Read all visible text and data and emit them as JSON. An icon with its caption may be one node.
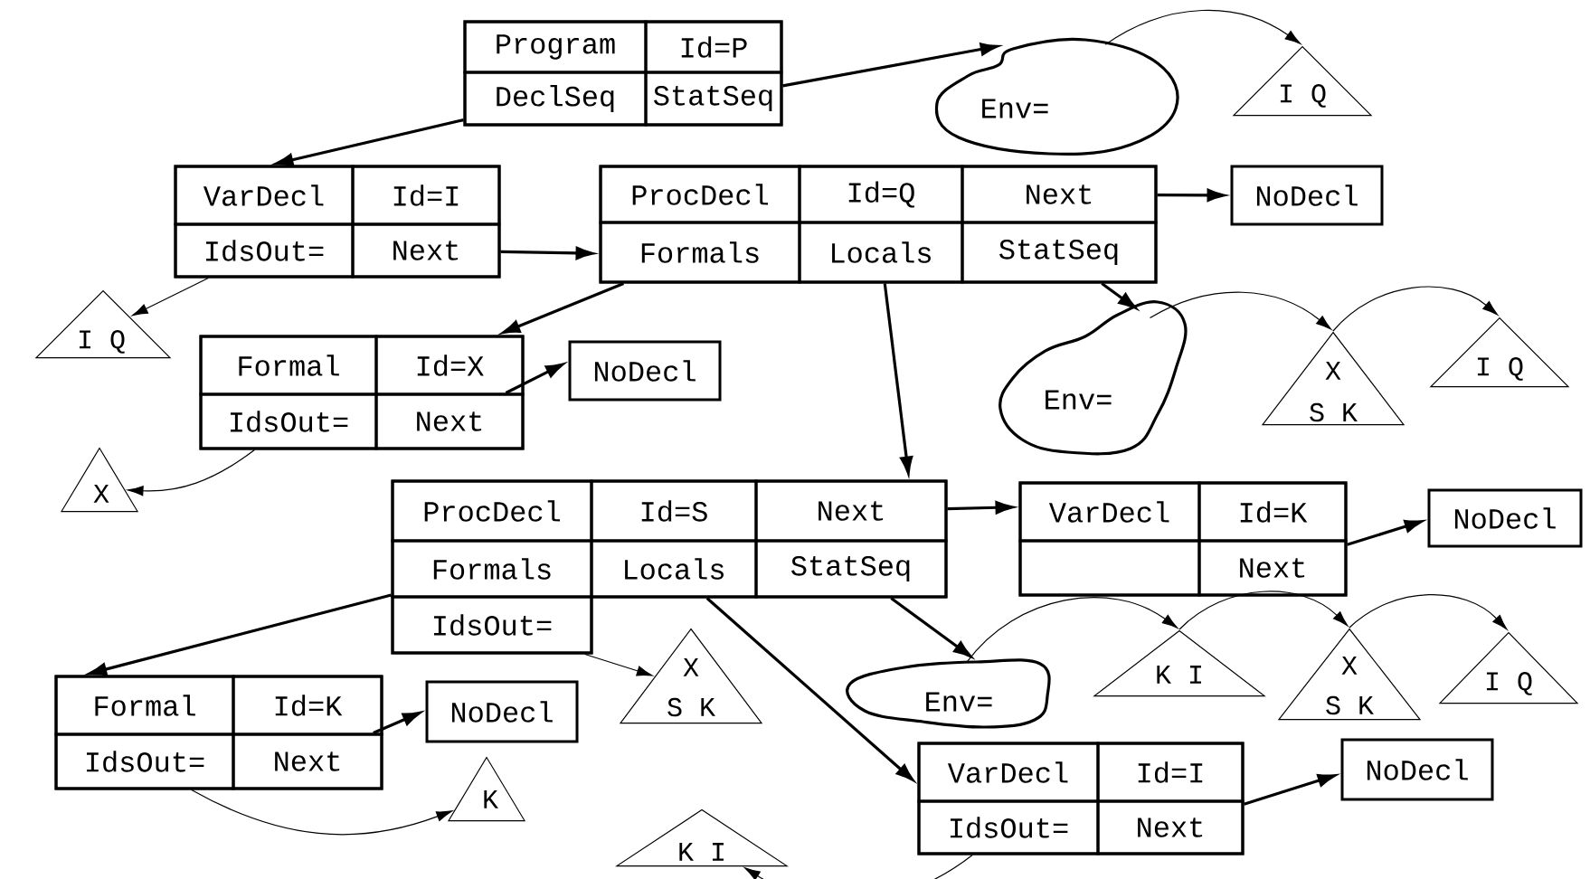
{
  "diagram": {
    "nodes": [
      {
        "text": [],
        "shape": "box"
      },
      {
        "text": [
          "Program"
        ],
        "in": 0
      },
      {
        "text": [
          "Id=P"
        ],
        "in": 0
      },
      {
        "text": [
          "DeclSeq"
        ],
        "in": 0
      },
      {
        "text": [
          "StatSeq"
        ],
        "in": 0
      },
      {
        "text": [
          "Env="
        ]
      },
      {
        "text": [
          "I Q"
        ]
      },
      {
        "text": [],
        "shape": "box"
      },
      {
        "text": [
          "VarDecl"
        ],
        "in": 7
      },
      {
        "text": [
          "Id=I"
        ],
        "in": 7
      },
      {
        "text": [
          "IdsOut="
        ],
        "in": 7
      },
      {
        "text": [
          "Next"
        ],
        "in": 7
      },
      {
        "text": [],
        "shape": "box"
      },
      {
        "text": [
          "ProcDecl"
        ],
        "in": 12
      },
      {
        "text": [
          "Id=Q"
        ],
        "in": 12
      },
      {
        "text": [
          "Next"
        ],
        "in": 12
      },
      {
        "text": [
          "Formals"
        ],
        "in": 12
      },
      {
        "text": [
          "Locals"
        ],
        "in": 12
      },
      {
        "text": [
          "StatSeq"
        ],
        "in": 12
      },
      {
        "text": [
          "NoDecl"
        ]
      },
      {
        "text": [
          "I Q"
        ]
      },
      {
        "text": [],
        "shape": "box"
      },
      {
        "text": [
          "Formal"
        ],
        "in": 21
      },
      {
        "text": [
          "Id=X"
        ],
        "in": 21
      },
      {
        "text": [
          "IdsOut="
        ],
        "in": 21
      },
      {
        "text": [
          "Next"
        ],
        "in": 21
      },
      {
        "text": [
          "NoDecl"
        ]
      },
      {
        "text": [
          "Env="
        ]
      },
      {
        "text": [
          "X",
          "S K"
        ]
      },
      {
        "text": [
          "I Q"
        ]
      },
      {
        "text": [
          "X"
        ]
      },
      {
        "text": [],
        "shape": "box"
      },
      {
        "text": [
          "ProcDecl"
        ],
        "in": 31
      },
      {
        "text": [
          "Id=S"
        ],
        "in": 31
      },
      {
        "text": [
          "Next"
        ],
        "in": 31
      },
      {
        "text": [
          "Formals"
        ],
        "in": 31
      },
      {
        "text": [
          "Locals"
        ],
        "in": 31
      },
      {
        "text": [
          "StatSeq"
        ],
        "in": 31
      },
      {
        "text": [
          "IdsOut="
        ],
        "in": 31
      },
      {
        "text": [],
        "shape": "box"
      },
      {
        "text": [
          "VarDecl"
        ],
        "in": 39
      },
      {
        "text": [
          "Id=K"
        ],
        "in": 39
      },
      {
        "text": [],
        "shape": "box",
        "in": 39
      },
      {
        "text": [
          "Next"
        ],
        "in": 39
      },
      {
        "text": [
          "NoDecl"
        ]
      },
      {
        "text": [
          "X",
          "S K"
        ]
      },
      {
        "text": [
          "Env="
        ]
      },
      {
        "text": [
          "K I"
        ]
      },
      {
        "text": [
          "X",
          "S K"
        ]
      },
      {
        "text": [
          "I Q"
        ]
      },
      {
        "text": [],
        "shape": "box"
      },
      {
        "text": [
          "Formal"
        ],
        "in": 50
      },
      {
        "text": [
          "Id=K"
        ],
        "in": 50
      },
      {
        "text": [
          "IdsOut="
        ],
        "in": 50
      },
      {
        "text": [
          "Next"
        ],
        "in": 50
      },
      {
        "text": [
          "NoDecl"
        ]
      },
      {
        "text": [
          "K"
        ]
      },
      {
        "text": [],
        "shape": "box"
      },
      {
        "text": [
          "VarDecl"
        ],
        "in": 57
      },
      {
        "text": [
          "Id=I"
        ],
        "in": 57
      },
      {
        "text": [
          "IdsOut="
        ],
        "in": 57
      },
      {
        "text": [
          "Next"
        ],
        "in": 57
      },
      {
        "text": [
          "NoDecl"
        ]
      },
      {
        "text": [
          "K I"
        ]
      }
    ],
    "edges": [
      {
        "from": 3,
        "to": 7,
        "arrow": "to"
      },
      {
        "from": 4,
        "to": 5,
        "arrow": "to"
      },
      {
        "from": 5,
        "to": 6,
        "arrow": "to"
      },
      {
        "from": 11,
        "to": 12,
        "arrow": "to"
      },
      {
        "from": 10,
        "to": 20,
        "arrow": "to"
      },
      {
        "from": 16,
        "to": 21,
        "arrow": "to"
      },
      {
        "from": 15,
        "to": 19,
        "arrow": "to"
      },
      {
        "from": 17,
        "to": 31,
        "arrow": "to"
      },
      {
        "from": 18,
        "to": 27,
        "arrow": "to"
      },
      {
        "from": 27,
        "to": 28,
        "arrow": "to"
      },
      {
        "from": 28,
        "to": 29,
        "arrow": "to"
      },
      {
        "from": 25,
        "to": 26,
        "arrow": "to"
      },
      {
        "from": 24,
        "to": 30,
        "arrow": "to"
      },
      {
        "from": 34,
        "to": 39,
        "arrow": "to"
      },
      {
        "from": 35,
        "to": 50,
        "arrow": "to"
      },
      {
        "from": 36,
        "to": 57,
        "arrow": "to"
      },
      {
        "from": 37,
        "to": 46,
        "arrow": "to"
      },
      {
        "from": 38,
        "to": 45,
        "arrow": "to"
      },
      {
        "from": 43,
        "to": 44,
        "arrow": "to"
      },
      {
        "from": 46,
        "to": 47,
        "arrow": "to"
      },
      {
        "from": 47,
        "to": 48,
        "arrow": "to"
      },
      {
        "from": 48,
        "to": 49,
        "arrow": "to"
      },
      {
        "from": 54,
        "to": 55,
        "arrow": "to"
      },
      {
        "from": 53,
        "to": 56,
        "arrow": "to"
      },
      {
        "from": 61,
        "to": 62,
        "arrow": "to"
      },
      {
        "from": 60,
        "to": 63,
        "arrow": "to"
      }
    ]
  }
}
